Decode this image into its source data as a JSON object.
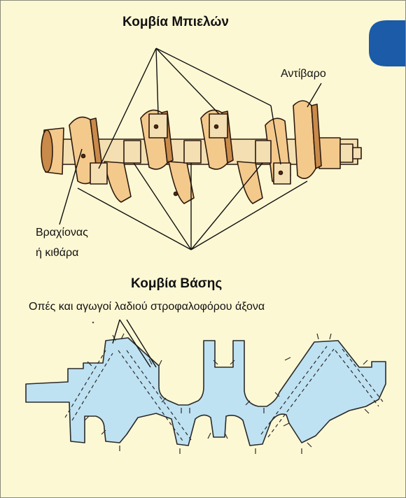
{
  "labels": {
    "conrod_journals": "Κομβία Μπιελών",
    "counterweight": "Αντίβαρο",
    "arm_line1": "Βραχίονας",
    "arm_line2": "ή κιθάρα",
    "main_journals": "Κομβία Βάσης",
    "oil_passages": "Οπές και αγωγοί λαδιού στροφαλοφόρου άξονα"
  },
  "colors": {
    "background": "#fdf8d4",
    "accent_tab": "#1b5ba7",
    "crank_body": "#f4c98c",
    "crank_shadow": "#c98a4a",
    "section_fill": "#bfe2f2",
    "section_stroke": "#2a2a2a"
  }
}
